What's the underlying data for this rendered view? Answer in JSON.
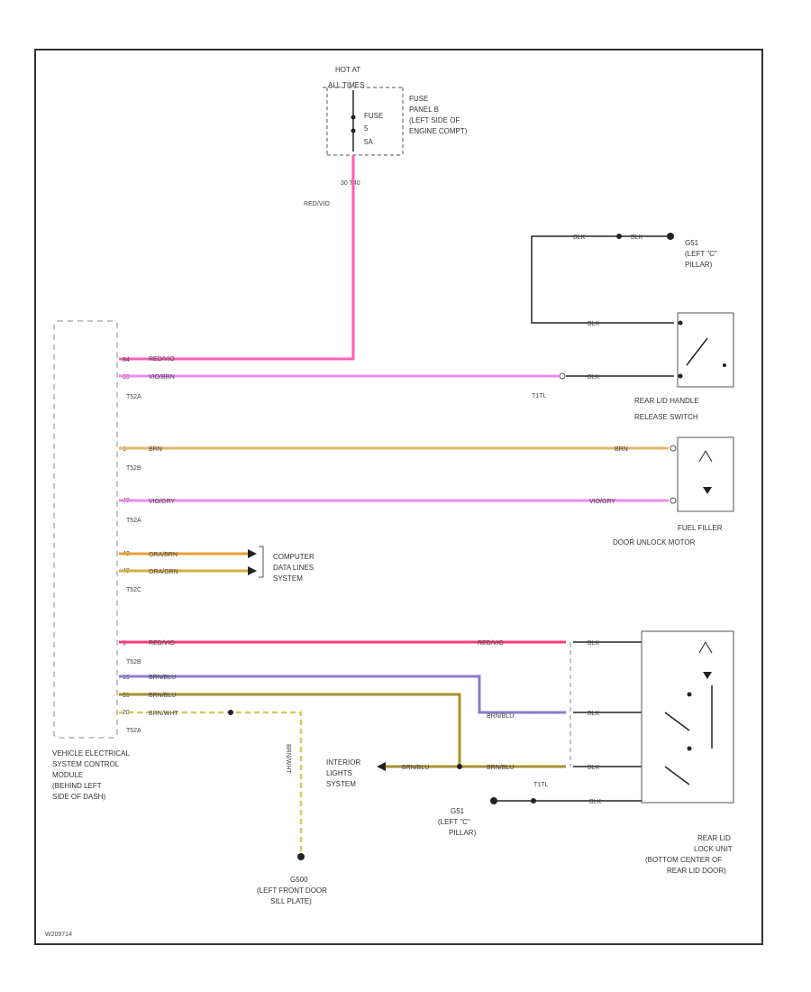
{
  "power": {
    "hot_l1": "HOT AT",
    "hot_l2": "ALL TIMES",
    "fuse_l1": "FUSE",
    "fuse_l2": "5",
    "fuse_l3": "5A",
    "panel_l1": "FUSE",
    "panel_l2": "PANEL B",
    "panel_l3": "(LEFT SIDE OF",
    "panel_l4": "ENGINE COMPT)",
    "terminal": "30  T40",
    "wire_top": "RED/VIO"
  },
  "module": {
    "l1": "VEHICLE ELECTRICAL",
    "l2": "SYSTEM CONTROL",
    "l3": "MODULE",
    "l4": "(BEHIND LEFT",
    "l5": "SIDE OF DASH)",
    "pins": {
      "p1": "84",
      "p2": "86",
      "p3": "6",
      "p4": "40",
      "p5": "48",
      "p6": "49",
      "p7": "1",
      "p8": "10",
      "p9": "58",
      "p10": "20"
    },
    "conn": {
      "c1": "T52A",
      "c2": "T52B",
      "c3": "T52A",
      "c4": "T52C",
      "c5": "T52B",
      "c6": "T52A"
    }
  },
  "wires": {
    "w1": "RED/VIO",
    "w2": "VIO/BRN",
    "w2_right": "BLK",
    "w3": "BRN",
    "w3_right": "BRN",
    "w4": "VIO/GRY",
    "w4_right": "VIO/GRY",
    "w5": "ORA/BRN",
    "w6": "ORA/GRN",
    "w7": "RED/VIO",
    "w7_mid": "RED/VIO",
    "w7_right": "BLK",
    "w8": "BRN/BLU",
    "w8_mid": "BRN/BLU",
    "w8_right": "BLK",
    "w9": "BRN/BLU",
    "w9_mid": "BRN/BLU",
    "w9_mid2": "BRN/BLU",
    "w9_right": "BLK",
    "w10": "BRN/WHT",
    "w10_vert": "BRN/WHT",
    "ground_top1": "BLK",
    "ground_top2": "BLK",
    "ground_top3": "BLK",
    "ground_bot": "BLK"
  },
  "components": {
    "g_top_l1": "G51",
    "g_top_l2": "(LEFT \"C\"",
    "g_top_l3": "PILLAR)",
    "rl_l1": "REAR LID HANDLE",
    "rl_l2": "RELEASE SWITCH",
    "conn_t1": "T1TL",
    "ff_l1": "FUEL FILLER",
    "ff_l2": "DOOR UNLOCK MOTOR",
    "cd_l1": "COMPUTER",
    "cd_l2": "DATA LINES",
    "cd_l3": "SYSTEM",
    "il_l1": "INTERIOR",
    "il_l2": "LIGHTS",
    "il_l3": "SYSTEM",
    "conn_t2": "T1TL",
    "g_bot_l1": "G51",
    "g_bot_l2": "(LEFT \"C\"",
    "g_bot_l3": "PILLAR)",
    "lock_l1": "REAR LID",
    "lock_l2": "LOCK UNIT",
    "lock_l3": "(BOTTOM CENTER OF",
    "lock_l4": "REAR LID DOOR)",
    "g_door_l1": "G500",
    "g_door_l2": "(LEFT FRONT DOOR",
    "g_door_l3": "SILL PLATE)",
    "fig_id": "W209714"
  },
  "colors": {
    "pink": "#ff5db8",
    "violet": "#ee88ee",
    "brown": "#e8b46a",
    "orange_brown": "#e8a030",
    "orange_green": "#d4b040",
    "red": "#ff3a78",
    "brown_blue": "#8e7acc",
    "brown_blue2": "#a89030",
    "brown_white": "#d8c860",
    "green_yellow": "#cccc44",
    "black": "#222222"
  }
}
